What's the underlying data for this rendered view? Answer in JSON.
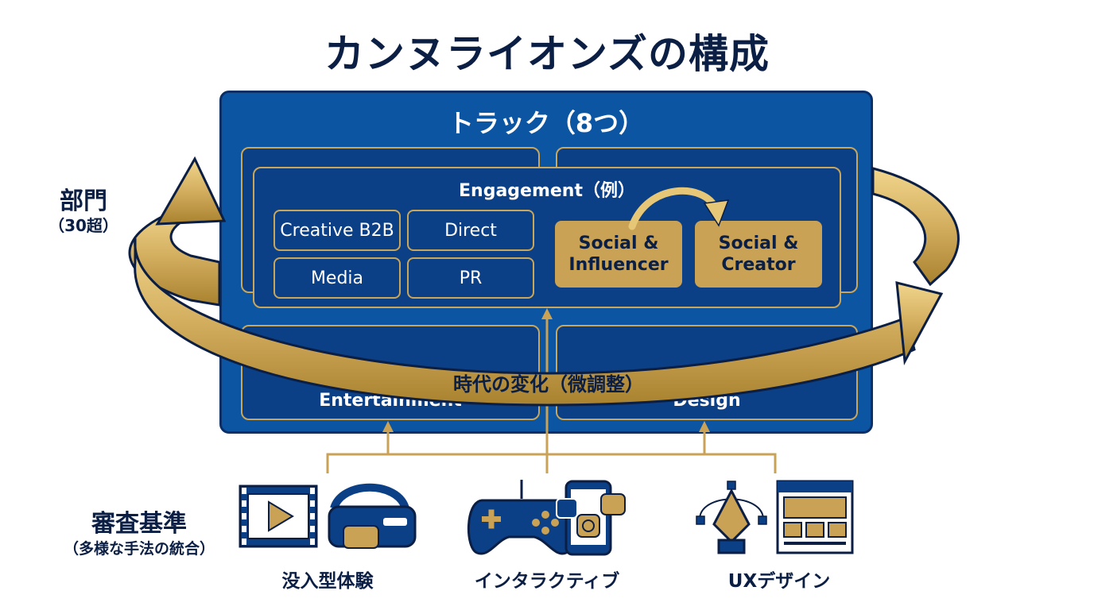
{
  "title": "カンヌライオンズの構成",
  "track": {
    "title": "トラック（8つ）",
    "engagement_title": "Engagement（例）",
    "items": [
      "Creative B2B",
      "Direct",
      "Media",
      "PR"
    ],
    "highlight_items": [
      "Social &\nInfluencer",
      "Social &\nCreator"
    ],
    "entertainment_label": "Entertainment",
    "design_label": "Design"
  },
  "cycle_label": "時代の変化（微調整）",
  "departments": {
    "label": "部門",
    "sub": "（30超）"
  },
  "criteria": {
    "label": "審査基準",
    "sub": "（多様な手法の統合）",
    "categories": [
      {
        "label": "没入型体験",
        "icons": [
          "film-play-icon",
          "vr-headset-icon"
        ]
      },
      {
        "label": "インタラクティブ",
        "icons": [
          "gamepad-icon",
          "smartphone-social-icon"
        ]
      },
      {
        "label": "UXデザイン",
        "icons": [
          "pen-tool-icon",
          "wireframe-icon"
        ]
      }
    ]
  },
  "colors": {
    "navy": "#0b1e44",
    "blue": "#0c55a3",
    "dark_blue": "#0b3f86",
    "gold": "#c9a255"
  }
}
